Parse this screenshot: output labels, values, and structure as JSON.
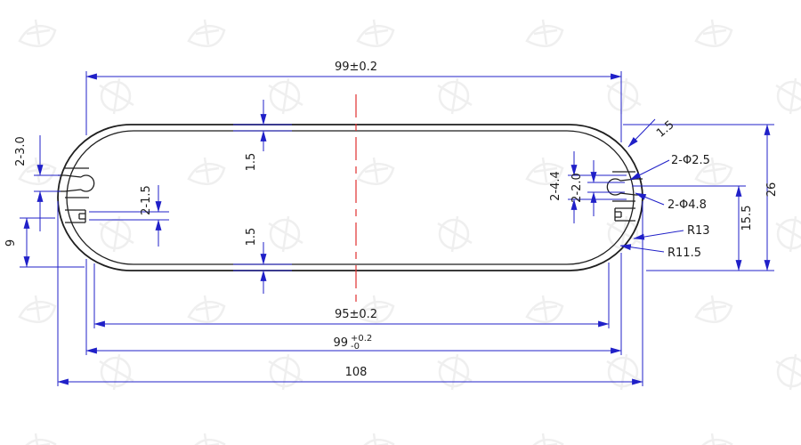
{
  "colors": {
    "outline": "#1f1f1f",
    "dimension": "#2020c8",
    "centerline": "#e03030",
    "background": "#ffffff",
    "watermark": "#ececec"
  },
  "labels": {
    "top_width": "99±0.2",
    "left_slot_width": "2-3.0",
    "left_bottom_offset": "9",
    "left_notch": "2-1.5",
    "top_wall": "1.5",
    "bottom_wall": "1.5",
    "right_slot_outer": "2-4.4",
    "right_slot_inner": "2-2.0",
    "corner_wall": "1.5",
    "screw_hole_small": "2-Φ2.5",
    "screw_hole_large": "2-Φ4.8",
    "outer_radius": "R13",
    "inner_radius": "R11.5",
    "right_height_offset": "15.5",
    "overall_height": "26",
    "bottom_inner_width": "95±0.2",
    "bottom_body_width": "99",
    "bottom_body_tol_upper": "+0.2",
    "bottom_body_tol_lower": "-0",
    "overall_width": "108"
  }
}
